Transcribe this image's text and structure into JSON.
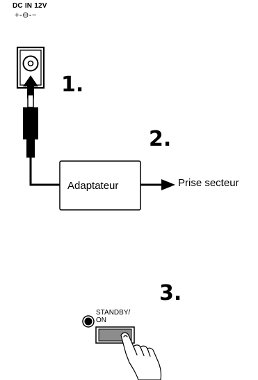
{
  "dc_in_label": "DC IN 12V",
  "polarity_label": "+-⊖-−",
  "steps": {
    "step1": "1.",
    "step2": "2.",
    "step3": "3."
  },
  "adapter_label": "Adaptateur",
  "outlet_label": "Prise secteur",
  "standby_label_line1": "STANDBY/",
  "standby_label_line2": "ON",
  "icons": [
    "dc-jack-icon",
    "power-plug-icon",
    "arrow-right-icon",
    "standby-button-icon",
    "hand-pointer-icon",
    "led-indicator-icon"
  ]
}
